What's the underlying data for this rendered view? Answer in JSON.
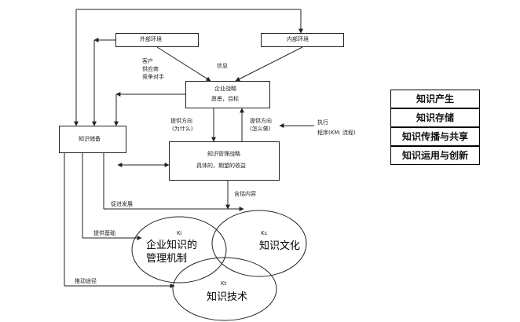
{
  "diagram": {
    "boxes": {
      "external_env": "外部环境",
      "internal_env": "内部环境",
      "strategy_line1": "企业战略",
      "strategy_line2": "愿景，目标",
      "knowledge_store": "知识储备",
      "km_strategy_line1": "知识管理战略",
      "km_strategy_line2": "具体的，期望的收益"
    },
    "labels": {
      "customers": "客户",
      "suppliers": "供应商",
      "competitors": "竞争对手",
      "info": "信息",
      "direction_left_1": "提供方向",
      "direction_left_2": "(为什么)",
      "direction_right_1": "提供方向",
      "direction_right_2": "(怎么做)",
      "execute": "执行",
      "program": "程序(KM: 流程)",
      "includes": "含括内容",
      "promote": "促进发展",
      "foundation": "提供基础",
      "drive": "推动途径"
    },
    "circles": {
      "ki_tag": "Ki",
      "ki_line1": "企业知识的",
      "ki_line2": "管理机制",
      "kc_tag": "Kc",
      "kc_name": "知识文化",
      "kt_tag": "Kt",
      "kt_name": "知识技术"
    }
  },
  "legend_table": {
    "rows": [
      "知识产生",
      "知识存储",
      "知识传播与共享",
      "知识运用与创新"
    ]
  }
}
